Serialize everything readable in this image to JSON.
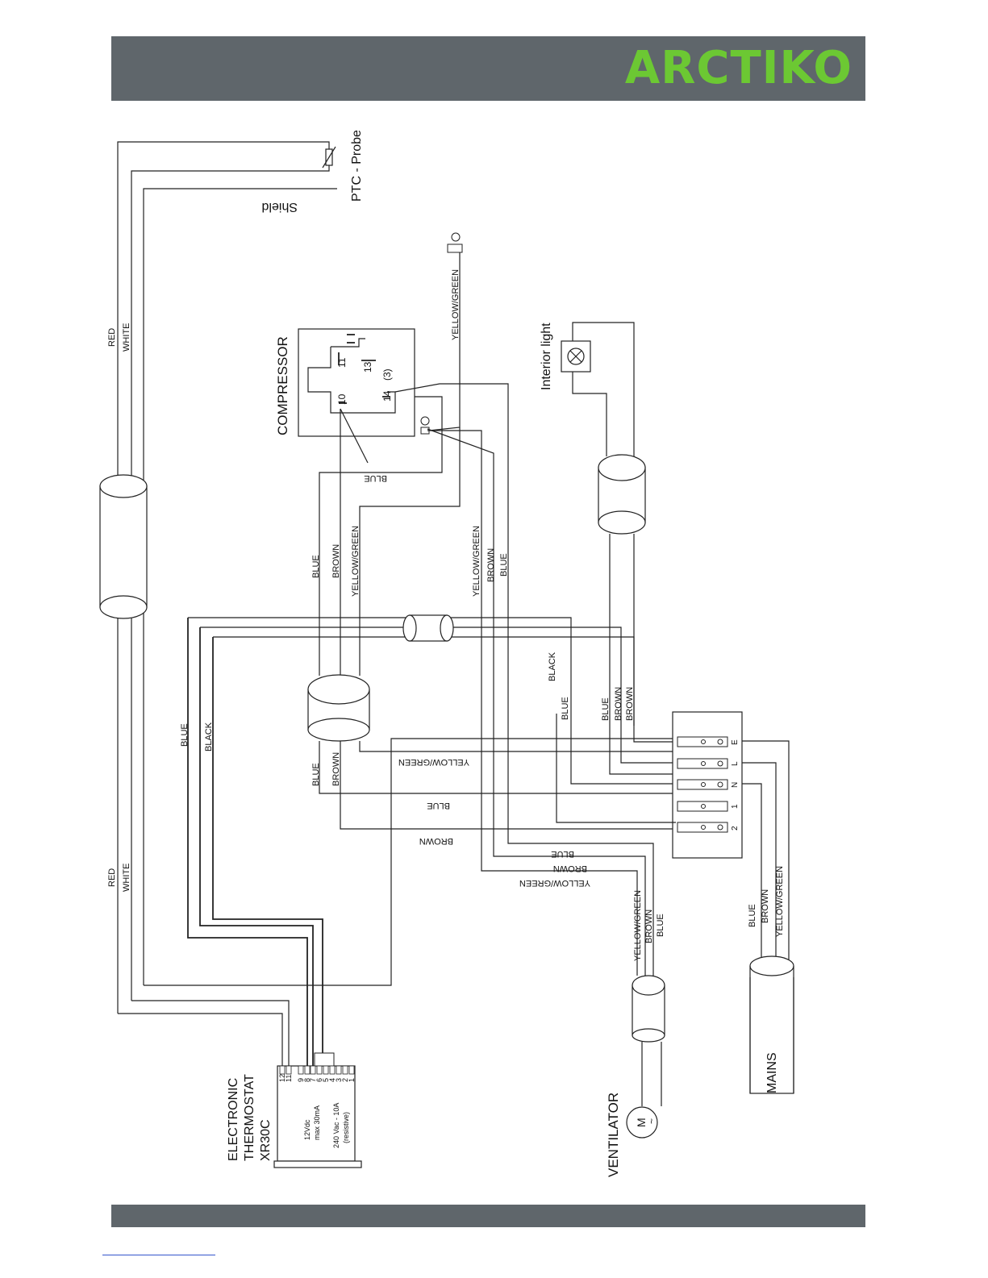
{
  "brand": {
    "logo_text": "ARCTIKO",
    "logo_color": "#6cc833",
    "band_color": "#5f666b"
  },
  "components": {
    "ptc_probe": "PTC - Probe",
    "shield": "Shield",
    "compressor": "COMPRESSOR",
    "interior_light": "Interior light",
    "thermostat": [
      "ELECTRONIC",
      "THERMOSTAT",
      "XR30C"
    ],
    "thermostat_specs": [
      "12Vdc",
      "max 30mA",
      "240 Vac - 10A",
      "(resistive)"
    ],
    "ventilator": "VENTILATOR",
    "mains": "MAINS",
    "motor_symbol": "M",
    "motor_tilde": "~"
  },
  "compressor_terminals": [
    "11",
    "13",
    "(3)",
    "10",
    "14"
  ],
  "thermostat_terminals": [
    "12",
    "11",
    "9",
    "8",
    "7",
    "6",
    "5",
    "4",
    "3",
    "2",
    "1"
  ],
  "terminal_block": [
    "E",
    "L",
    "N",
    "1",
    "2"
  ],
  "wire_labels": {
    "red": "RED",
    "white": "WHITE",
    "blue": "BLUE",
    "brown": "BROWN",
    "black": "BLACK",
    "yellow_green": "YELLOW/GREEN"
  }
}
